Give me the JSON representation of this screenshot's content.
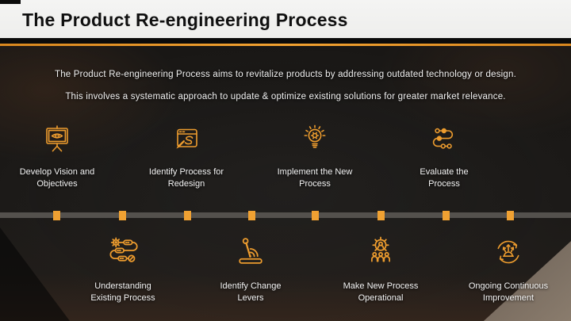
{
  "slide": {
    "header": {
      "title": "The Product Re-engineering Process"
    },
    "intro": {
      "line1": "The Product Re-engineering Process aims to revitalize products by addressing outdated technology or design.",
      "line2": "This involves a systematic approach to update & optimize existing solutions for greater market relevance."
    },
    "steps": [
      {
        "row": "top",
        "icon": "vision-presentation-icon",
        "label_line1": "Develop Vision and",
        "label_line2": "Objectives"
      },
      {
        "row": "top",
        "icon": "redesign-window-icon",
        "label_line1": "Identify Process for",
        "label_line2": "Redesign"
      },
      {
        "row": "top",
        "icon": "idea-bulb-gear-icon",
        "label_line1": "Implement the New",
        "label_line2": "Process"
      },
      {
        "row": "top",
        "icon": "process-flow-icon",
        "label_line1": "Evaluate the",
        "label_line2": "Process"
      },
      {
        "row": "bottom",
        "icon": "gear-workflow-icon",
        "label_line1": "Understanding",
        "label_line2": "Existing Process"
      },
      {
        "row": "bottom",
        "icon": "change-lever-icon",
        "label_line1": "Identify Change",
        "label_line2": "Levers"
      },
      {
        "row": "bottom",
        "icon": "team-gear-icon",
        "label_line1": "Make New Process",
        "label_line2": "Operational"
      },
      {
        "row": "bottom",
        "icon": "continuous-improvement-icon",
        "label_line1": "Ongoing Continuous",
        "label_line2": "Improvement"
      }
    ],
    "timeline": {
      "marker_count": 8
    },
    "colors": {
      "accent_orange": "#ED9C2E",
      "marker_orange": "#F0A132",
      "header_bg": "#F1F1F0",
      "title_text": "#101010",
      "body_bg": "#1B1816",
      "timeline_bar": "#575450",
      "label_text": "#F5F5F5"
    }
  }
}
